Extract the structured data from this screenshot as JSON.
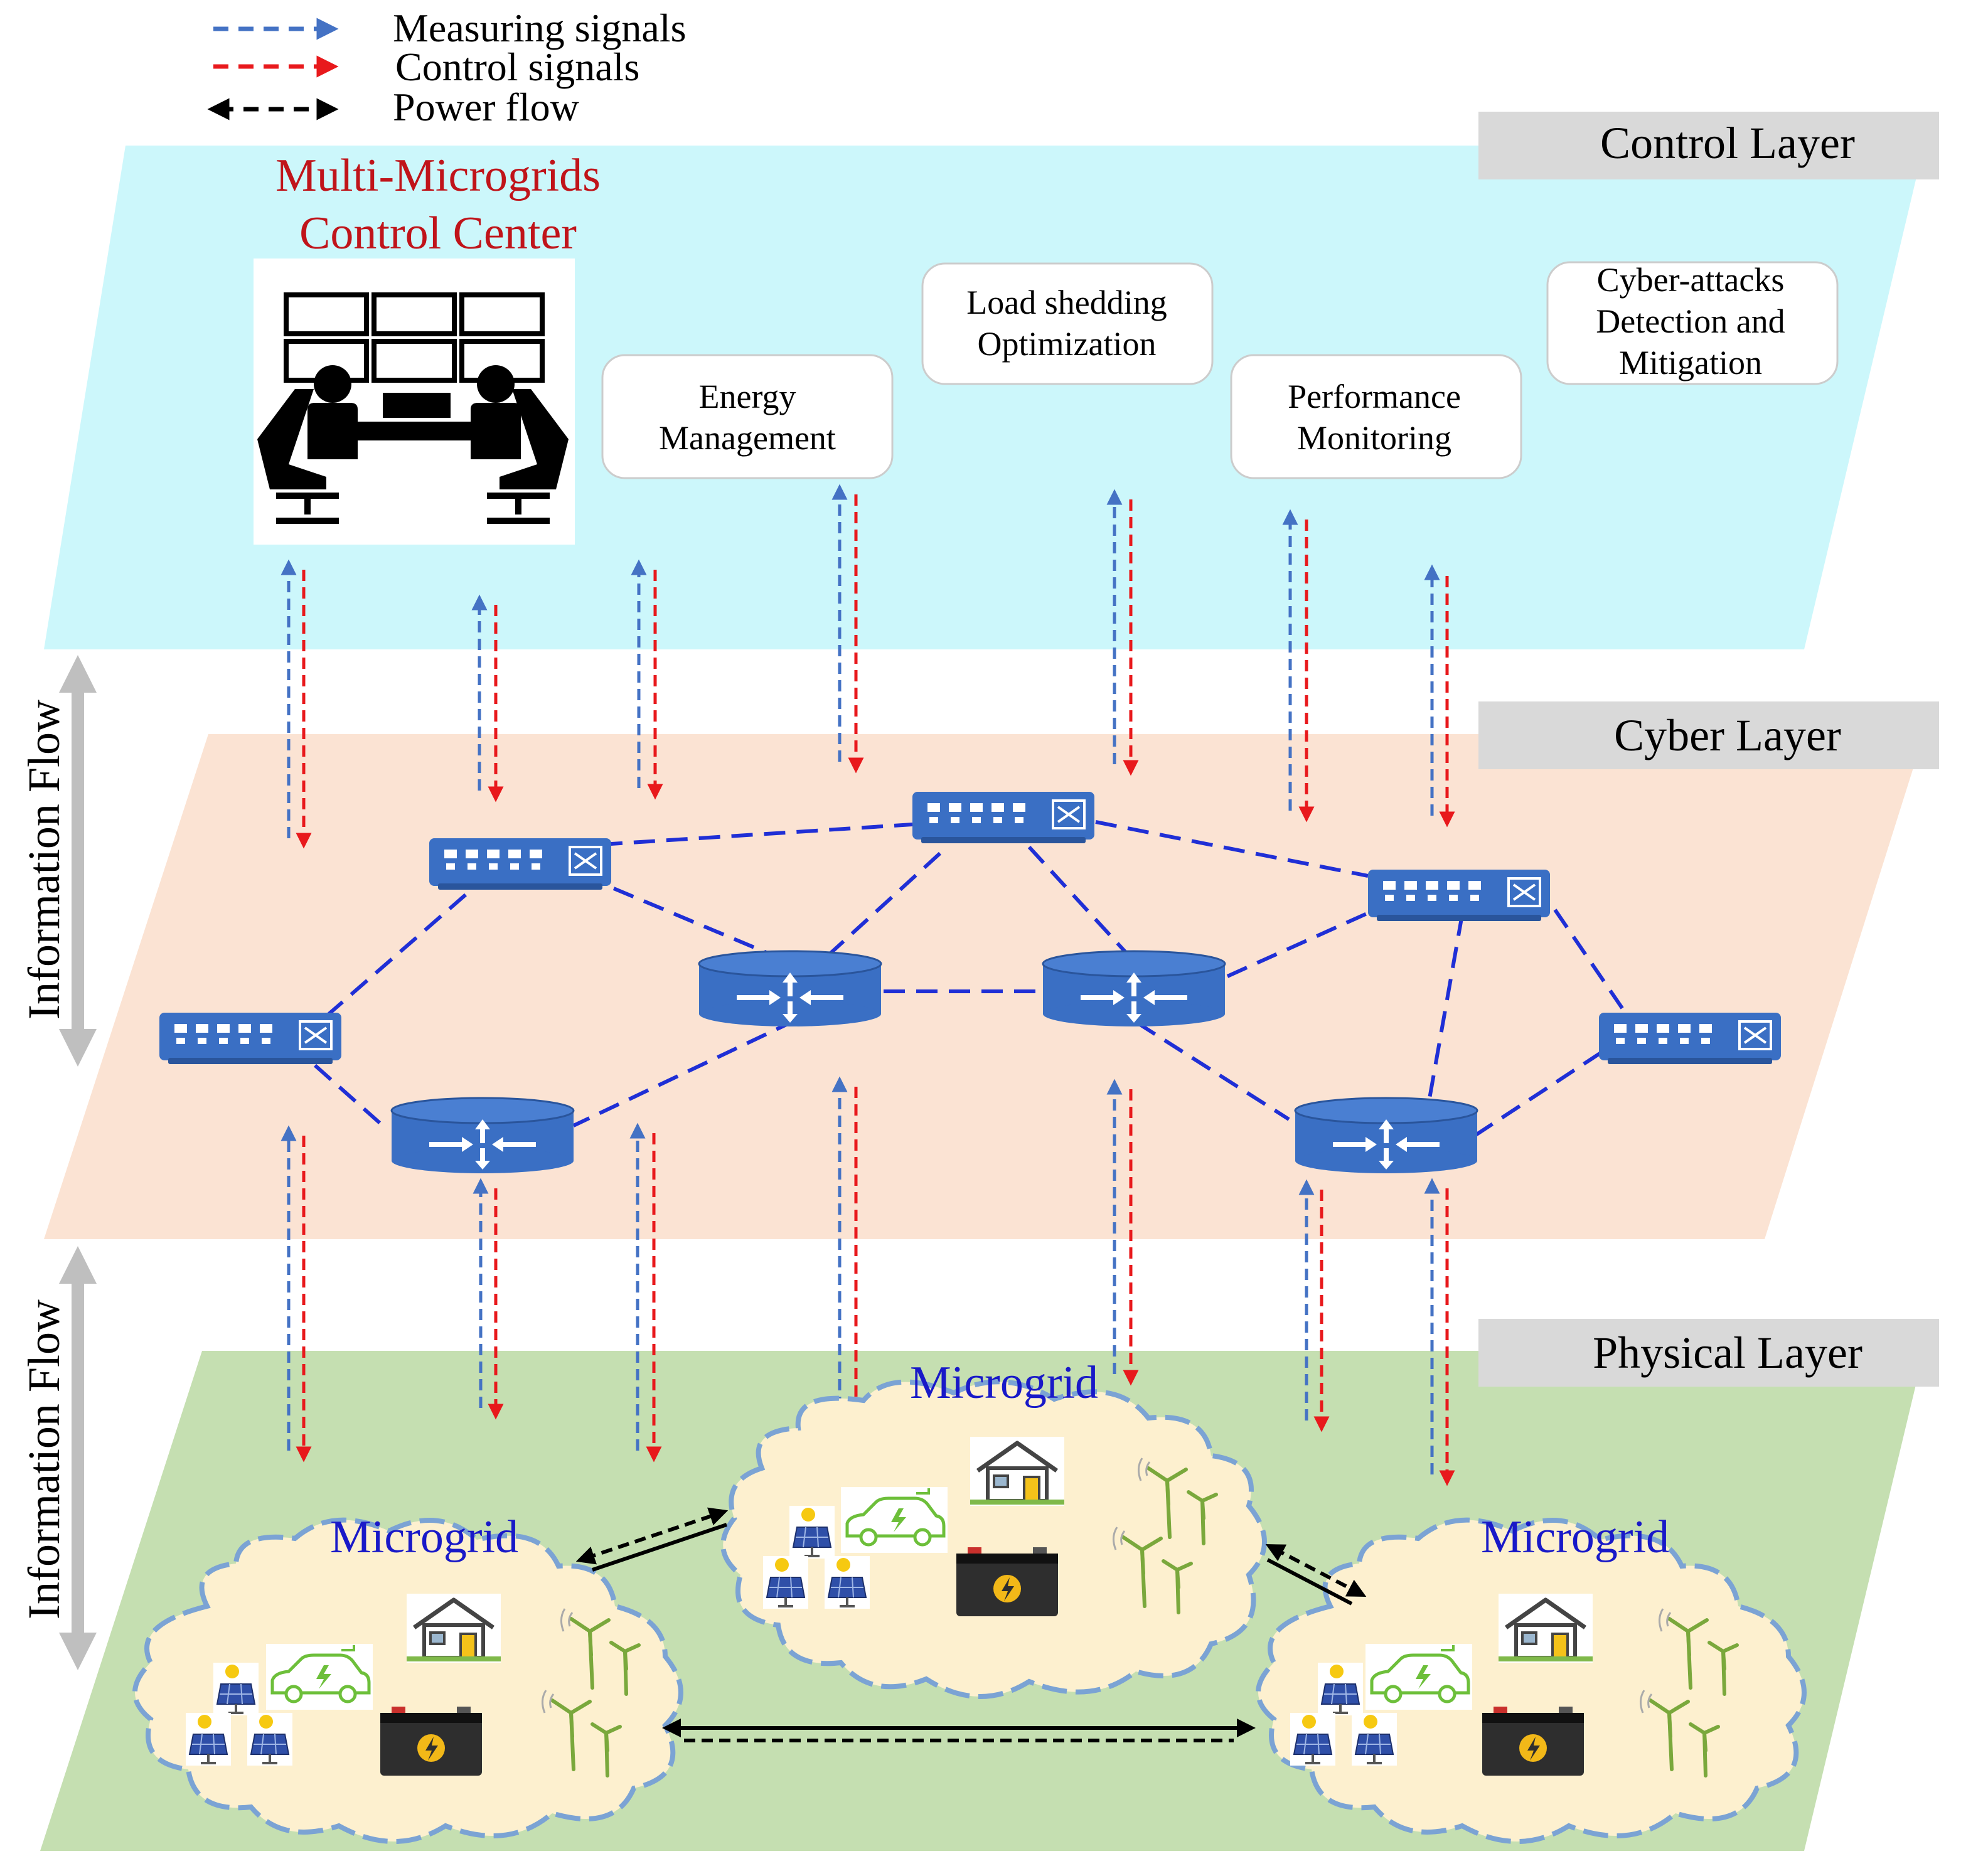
{
  "legend": {
    "measuring": "Measuring signals",
    "control": "Control signals",
    "power": "Power flow"
  },
  "layers": {
    "control": "Control Layer",
    "cyber": "Cyber Layer",
    "physical": "Physical Layer"
  },
  "control_center": {
    "line1": "Multi-Microgrids",
    "line2": "Control Center"
  },
  "functions": {
    "energy": [
      "Energy",
      "Management"
    ],
    "load": [
      "Load shedding",
      "Optimization"
    ],
    "performance": [
      "Performance",
      "Monitoring"
    ],
    "cyberattack": [
      "Cyber-attacks",
      "Detection and",
      "Mitigation"
    ]
  },
  "side_labels": {
    "upper": "Information Flow",
    "lower": "Information Flow"
  },
  "microgrids": {
    "left": "Microgrid",
    "center": "Microgrid",
    "right": "Microgrid"
  },
  "colors": {
    "measuring": "#4472c4",
    "control": "#e8191c",
    "power": "#000000",
    "control_layer": "#ccf7fb",
    "cyber_layer": "#fbe3d3",
    "physical_layer": "#c5dfb1",
    "label_box": "#d9d9d9",
    "network_link": "#1f2fd6",
    "device": "#3a6fc4",
    "microgrid_title": "#1919c8",
    "control_center_title": "#c0141a",
    "cloud_fill": "#fdf0cf",
    "cloud_edge": "#7ba3d4"
  }
}
